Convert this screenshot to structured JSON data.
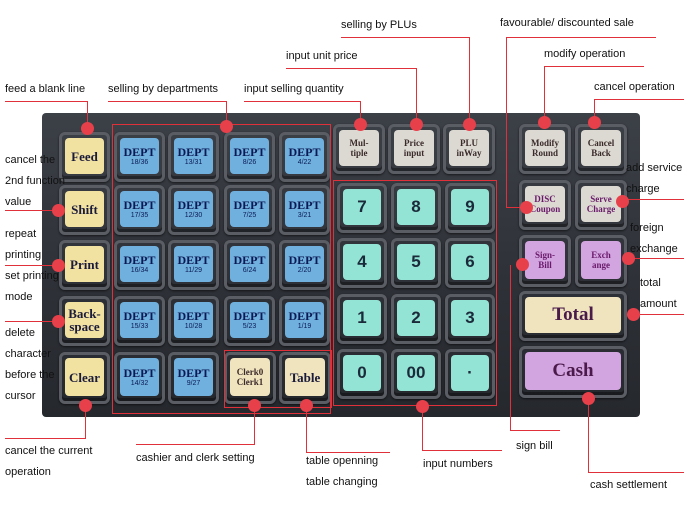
{
  "keys": {
    "feed": "Feed",
    "shift": "Shift",
    "print": "Print",
    "backspace": [
      "Back-",
      "space"
    ],
    "clear": "Clear",
    "dept_label": "DEPT",
    "dept_subs": [
      "18/36",
      "13/31",
      "8/26",
      "4/22",
      "17/35",
      "12/30",
      "7/25",
      "3/21",
      "16/34",
      "11/29",
      "6/24",
      "2/20",
      "15/33",
      "10/28",
      "5/23",
      "1/19"
    ],
    "dept_bottom_subs": [
      "14/32",
      "9/27"
    ],
    "clerk": [
      "Clerk0",
      "Clerk1"
    ],
    "table": "Table",
    "multiple": [
      "Mul-",
      "tiple"
    ],
    "price": [
      "Price",
      "input"
    ],
    "plu": [
      "PLU",
      "inWay"
    ],
    "digits": [
      "7",
      "8",
      "9",
      "4",
      "5",
      "6",
      "1",
      "2",
      "3",
      "0",
      "00",
      "·"
    ],
    "modify": [
      "Modify",
      "Round"
    ],
    "cancel": [
      "Cancel",
      "Back"
    ],
    "disc": [
      "DISC",
      "Coupon"
    ],
    "serve": [
      "Serve",
      "Charge"
    ],
    "signbill": [
      "Sign-",
      "Bill"
    ],
    "exchange": [
      "Exch",
      "ange"
    ],
    "total": "Total",
    "cash": "Cash"
  },
  "annotations": {
    "feed_blank": "feed a blank line",
    "selling_departments": "selling by departments",
    "input_quantity": "input selling quantity",
    "input_unit_price": "input unit price",
    "selling_plus": "selling by PLUs",
    "favourable": "favourable/ discounted sale",
    "modify_operation": "modify operation",
    "cancel_operation": "cancel operation",
    "cancel_2nd": [
      "cancel the",
      "2nd function",
      "value"
    ],
    "repeat_printing": [
      "repeat",
      "printing",
      "set printing",
      "mode"
    ],
    "delete_char": [
      "delete",
      "character",
      "before the",
      "cursor"
    ],
    "cancel_current": [
      "cancel the current",
      "operation"
    ],
    "cashier_clerk": "cashier and clerk setting",
    "table_opening": [
      "table openning",
      "table changing"
    ],
    "input_numbers": "input numbers",
    "sign_bill": "sign bill",
    "cash_settlement": "cash settlement",
    "add_service": [
      "add service",
      "charge"
    ],
    "foreign_exchange": [
      "foreign",
      "exchange"
    ],
    "total_amount": [
      "total",
      "amount"
    ]
  }
}
